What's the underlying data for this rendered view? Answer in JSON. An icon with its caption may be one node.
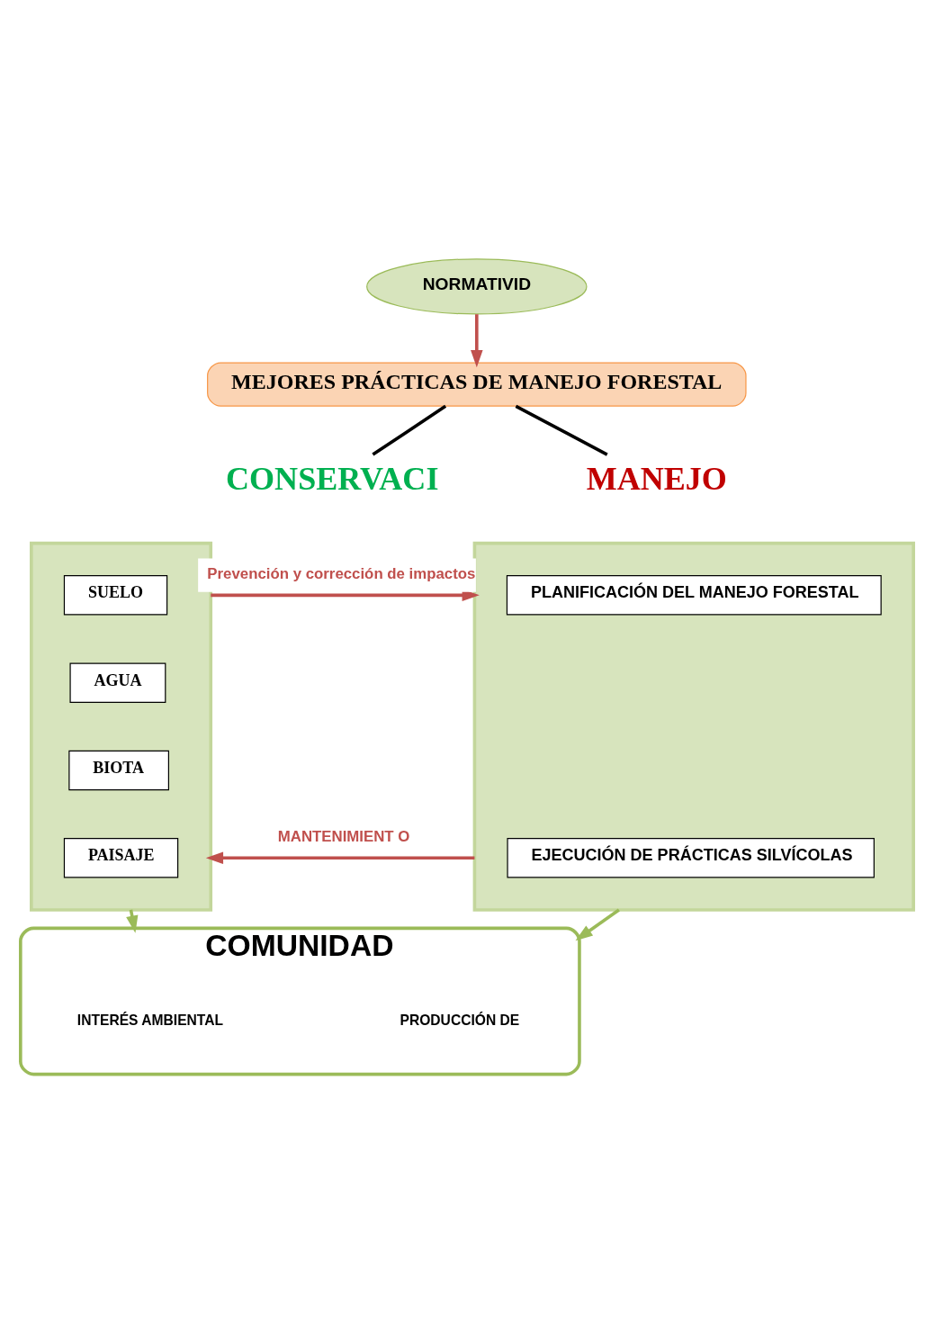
{
  "diagram": {
    "nodes": [
      {
        "text": [
          "NORMATIVID"
        ]
      },
      {
        "text": [
          "MEJORES PRÁCTICAS DE MANEJO FORESTAL"
        ]
      },
      {
        "text": [
          "CONSERVACI"
        ]
      },
      {
        "text": [
          "MANEJO"
        ]
      },
      {
        "text": [],
        "shape": "box"
      },
      {
        "text": [
          "SUELO"
        ],
        "in": 4
      },
      {
        "text": [
          "AGUA"
        ],
        "in": 4
      },
      {
        "text": [
          "BIOTA"
        ],
        "in": 4
      },
      {
        "text": [
          "PAISAJE"
        ],
        "in": 4
      },
      {
        "text": [],
        "shape": "box"
      },
      {
        "text": [
          "PLANIFICACIÓN DEL MANEJO FORESTAL"
        ],
        "in": 9
      },
      {
        "text": [
          "EJECUCIÓN DE PRÁCTICAS SILVÍCOLAS"
        ],
        "in": 9
      },
      {
        "text": [
          "COMUNIDAD"
        ]
      },
      {
        "text": [
          "INTERÉS AMBIENTAL"
        ],
        "in": 12
      },
      {
        "text": [
          "PRODUCCIÓN DE"
        ],
        "in": 12
      }
    ],
    "edges": [
      {
        "from": 0,
        "to": 1,
        "arrow": "to",
        "color": "#c0504d"
      },
      {
        "from": 1,
        "to": 2,
        "arrow": "none",
        "color": "#000000"
      },
      {
        "from": 1,
        "to": 3,
        "arrow": "none",
        "color": "#000000"
      },
      {
        "from": 4,
        "to": 9,
        "arrow": "to",
        "label": "Prevención y corrección de impactos",
        "color": "#c0504d"
      },
      {
        "from": 9,
        "to": 4,
        "arrow": "to",
        "label": "MANTENIMIENT O",
        "color": "#c0504d"
      },
      {
        "from": 4,
        "to": 12,
        "arrow": "to",
        "color": "#9bbb59"
      },
      {
        "from": 9,
        "to": 12,
        "arrow": "to",
        "color": "#9bbb59"
      }
    ]
  }
}
